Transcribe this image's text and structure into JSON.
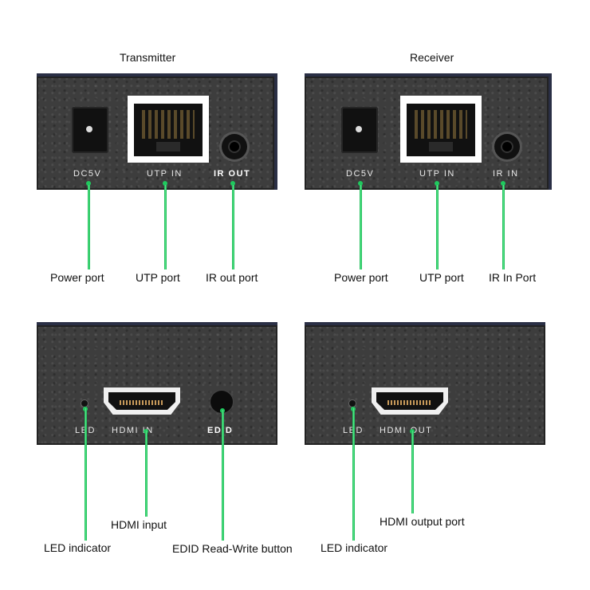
{
  "transmitter": {
    "title": "Transmitter",
    "ports": {
      "dc": "DC5V",
      "utp": "UTP IN",
      "ir": "IR OUT"
    },
    "labels": {
      "power": "Power port",
      "utp": "UTP port",
      "ir": "IR out port"
    }
  },
  "receiver": {
    "title": "Receiver",
    "ports": {
      "dc": "DC5V",
      "utp": "UTP IN",
      "ir": "IR IN"
    },
    "labels": {
      "power": "Power port",
      "utp": "UTP port",
      "ir": "IR In Port"
    }
  },
  "tx_front": {
    "ports": {
      "led": "LED",
      "hdmi": "HDMI  IN",
      "edid": "EDID"
    },
    "labels": {
      "hdmi": "HDMI input",
      "led": "LED indicator",
      "edid": "EDID Read-Write button"
    }
  },
  "rx_front": {
    "ports": {
      "led": "LED",
      "hdmi": "HDMI OUT"
    },
    "labels": {
      "hdmi": "HDMI output port",
      "led": "LED indicator"
    }
  },
  "colors": {
    "panel": "#3d3d3d",
    "line": "#2fd46f",
    "edge": "#2a2f45"
  }
}
